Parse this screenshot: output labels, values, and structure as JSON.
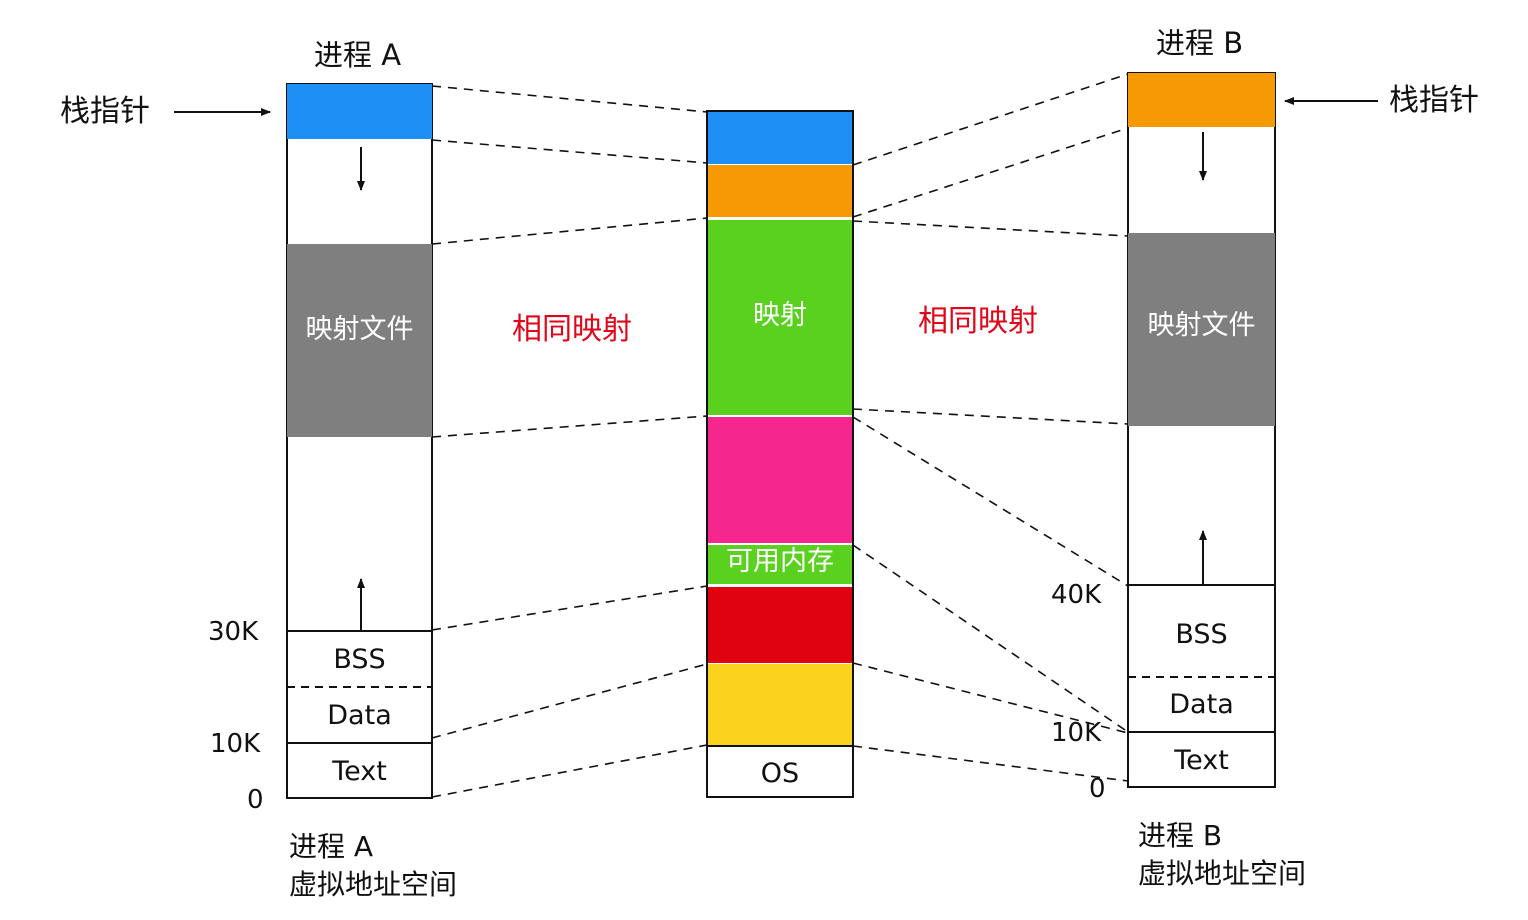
{
  "process_a": {
    "title": "进程 A",
    "stack_pointer_label": "栈指针",
    "mapped_label": "映射文件",
    "bss_label": "BSS",
    "data_label": "Data",
    "text_label": "Text",
    "tick_30k": "30K",
    "tick_10k": "10K",
    "tick_0": "0",
    "caption_line1": "进程 A",
    "caption_line2": "虚拟地址空间"
  },
  "physical": {
    "mapping_label": "映射",
    "free_label": "可用内存",
    "os_label": "OS"
  },
  "same_mapping_left": "相同映射",
  "same_mapping_right": "相同映射",
  "process_b": {
    "title": "进程 B",
    "stack_pointer_label": "栈指针",
    "mapped_label": "映射文件",
    "bss_label": "BSS",
    "data_label": "Data",
    "text_label": "Text",
    "tick_40k": "40K",
    "tick_10k": "10K",
    "tick_0": "0",
    "caption_line1": "进程 B",
    "caption_line2": "虚拟地址空间"
  },
  "colors": {
    "stack_a": "#1e8ff5",
    "stack_b": "#f59a05",
    "mapped_file": "#7f7f7f",
    "shared_mapping": "#5ad11f",
    "pink": "#f5278f",
    "red": "#df0010",
    "yellow": "#fbd21d",
    "same_mapping_text": "#e0061a"
  }
}
